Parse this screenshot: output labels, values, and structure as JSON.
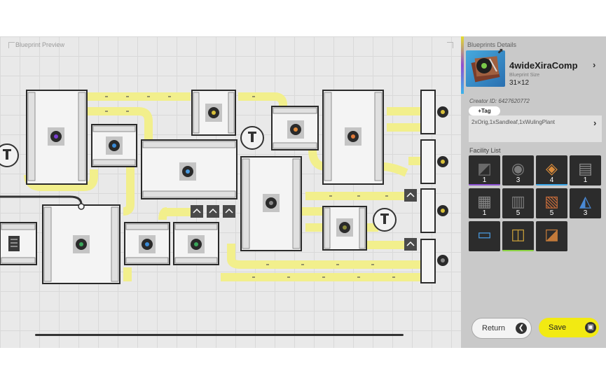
{
  "preview": {
    "title": "Blueprint Preview"
  },
  "details": {
    "title": "Blueprints Details",
    "blueprint_name": "4wideXiraComp",
    "size_label": "Blueprint Size",
    "size_value": "31×12",
    "creator": "Creator ID: 6427620772",
    "tag_button": "+Tag",
    "notes": "2xOrig,1xSandleaf,1xWulingPlant",
    "facility_title": "Facility List",
    "facilities": [
      {
        "count": "1",
        "icon": "drill-icon",
        "bar": "#8a4fd1"
      },
      {
        "count": "3",
        "icon": "refinery-icon",
        "bar": "#2b2b2b"
      },
      {
        "count": "4",
        "icon": "crusher-icon",
        "bar": "#3aa6e8"
      },
      {
        "count": "1",
        "icon": "tank-icon",
        "bar": "#2b2b2b"
      },
      {
        "count": "1",
        "icon": "mover-icon",
        "bar": "#2b2b2b"
      },
      {
        "count": "5",
        "icon": "shaper-icon",
        "bar": "#2b2b2b"
      },
      {
        "count": "5",
        "icon": "furnace-icon",
        "bar": "#2b2b2b"
      },
      {
        "count": "3",
        "icon": "planter-icon",
        "bar": "#2b2b2b"
      },
      {
        "count": "",
        "icon": "conveyor-icon",
        "bar": "#2b2b2b"
      },
      {
        "count": "",
        "icon": "splitter-icon",
        "bar": "#8cd444"
      },
      {
        "count": "",
        "icon": "bridge-icon",
        "bar": "#2b2b2b"
      }
    ]
  },
  "buttons": {
    "return": "Return",
    "save": "Save"
  },
  "colors": {
    "belt": "#f2ef8c",
    "panel": "#c9c9c9",
    "save": "#f2ea12",
    "machine_border": "#2a2a2a"
  }
}
